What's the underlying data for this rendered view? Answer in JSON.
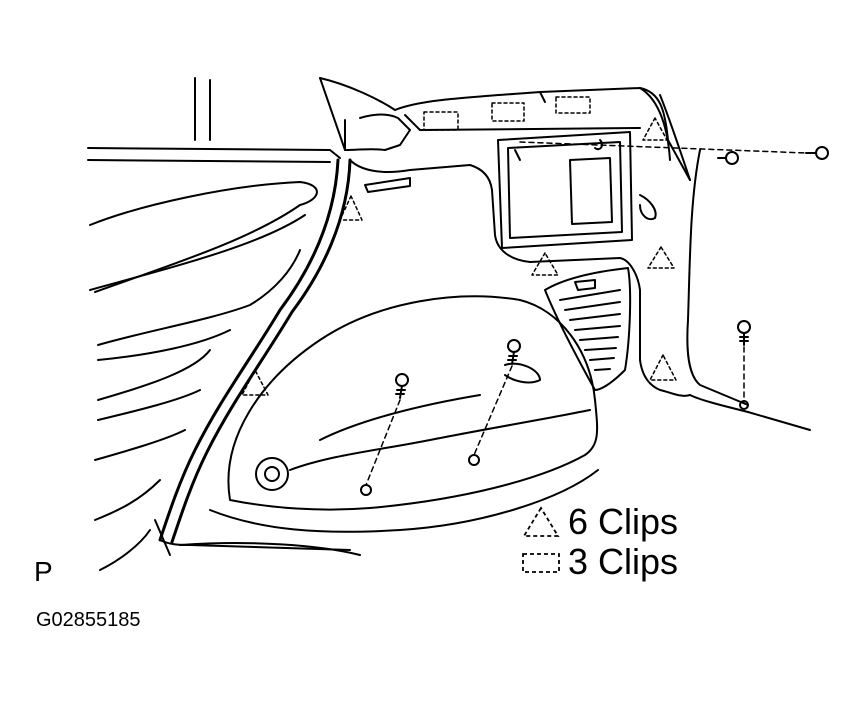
{
  "view_letter": "P",
  "figure_id": "G02855185",
  "legend": [
    {
      "symbol": "triangle-clip-icon",
      "label": "6 Clips"
    },
    {
      "symbol": "rectangle-clip-icon",
      "label": "3 Clips"
    }
  ],
  "colors": {
    "line": "#000000",
    "background": "#ffffff"
  }
}
